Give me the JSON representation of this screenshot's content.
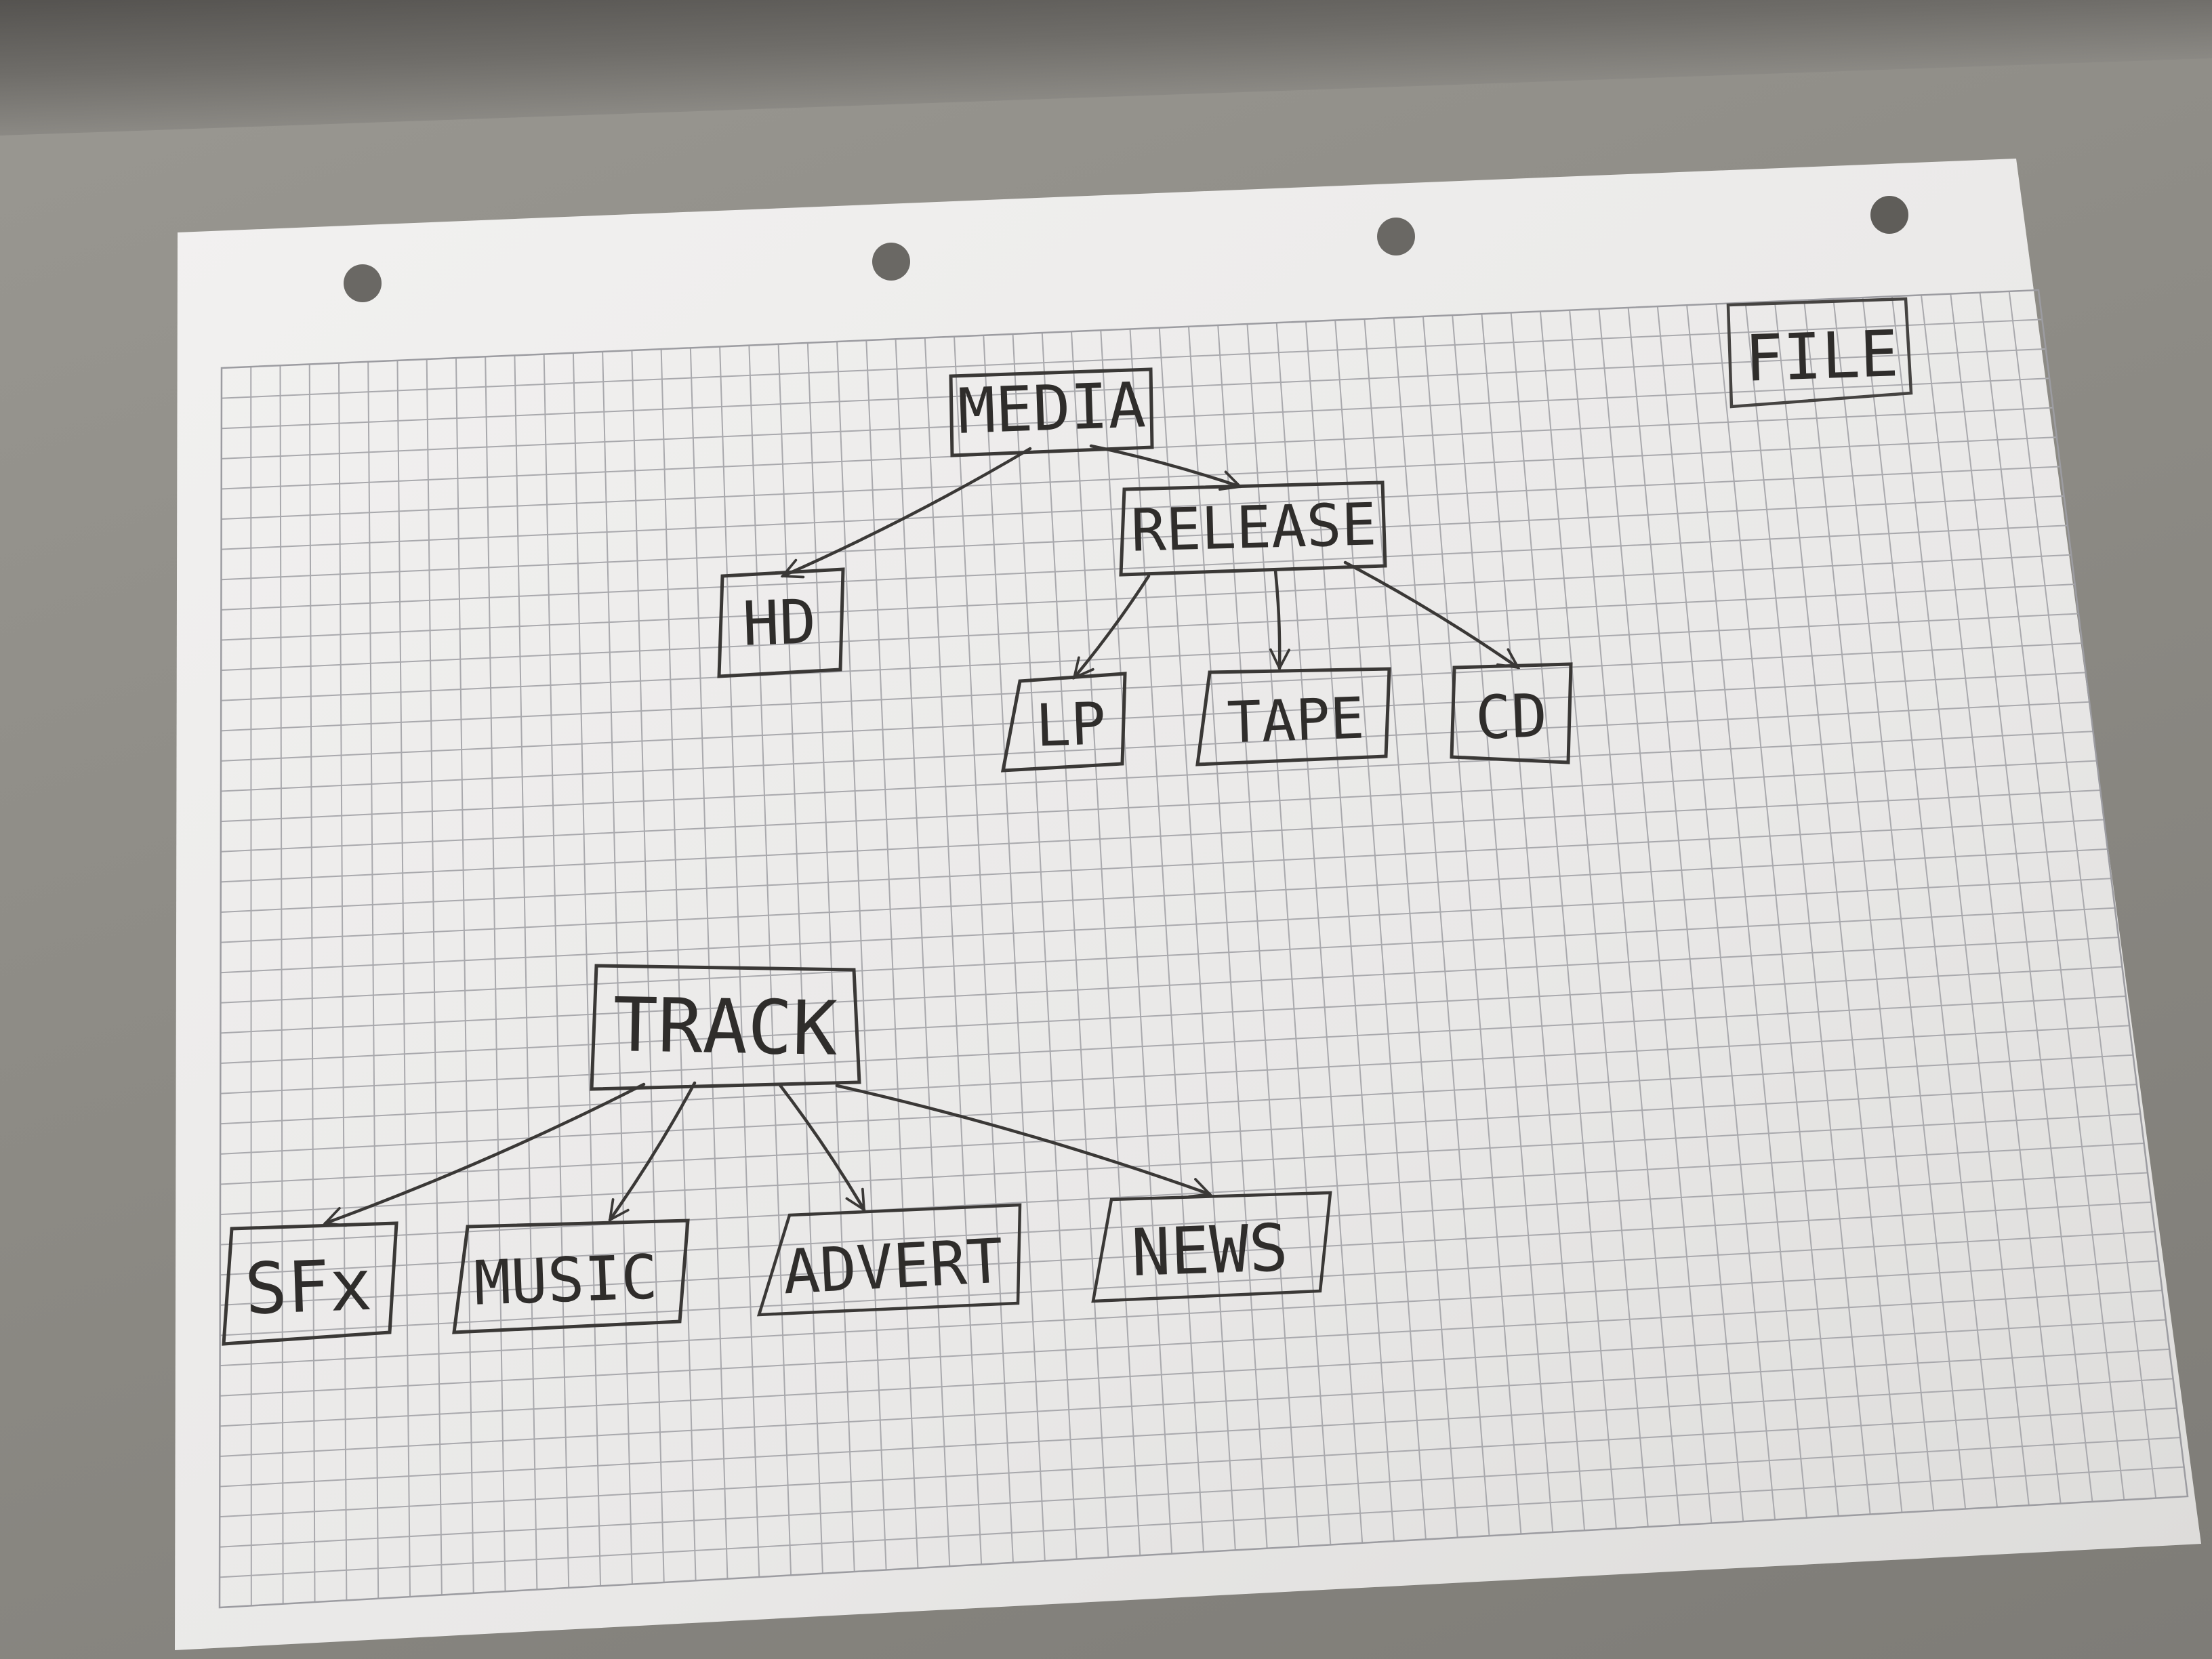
{
  "diagram": {
    "nodes": [
      {
        "id": "media",
        "label": "MEDIA"
      },
      {
        "id": "release",
        "label": "RELEASE"
      },
      {
        "id": "hd",
        "label": "HD"
      },
      {
        "id": "lp",
        "label": "LP"
      },
      {
        "id": "tape",
        "label": "TAPE"
      },
      {
        "id": "cd",
        "label": "CD"
      },
      {
        "id": "file",
        "label": "FILE"
      },
      {
        "id": "track",
        "label": "TRACK"
      },
      {
        "id": "sfx",
        "label": "SFx"
      },
      {
        "id": "music",
        "label": "MUSIC"
      },
      {
        "id": "advert",
        "label": "ADVERT"
      },
      {
        "id": "news",
        "label": "NEWS"
      }
    ],
    "edges": [
      {
        "from": "media",
        "to": "hd"
      },
      {
        "from": "media",
        "to": "release"
      },
      {
        "from": "release",
        "to": "lp"
      },
      {
        "from": "release",
        "to": "tape"
      },
      {
        "from": "release",
        "to": "cd"
      },
      {
        "from": "track",
        "to": "sfx"
      },
      {
        "from": "track",
        "to": "music"
      },
      {
        "from": "track",
        "to": "advert"
      },
      {
        "from": "track",
        "to": "news"
      }
    ]
  },
  "colors": {
    "ink": "#3a3836",
    "grid": "#a9a9ad",
    "paper": "#ecebea",
    "desk": "#8f8d88"
  }
}
